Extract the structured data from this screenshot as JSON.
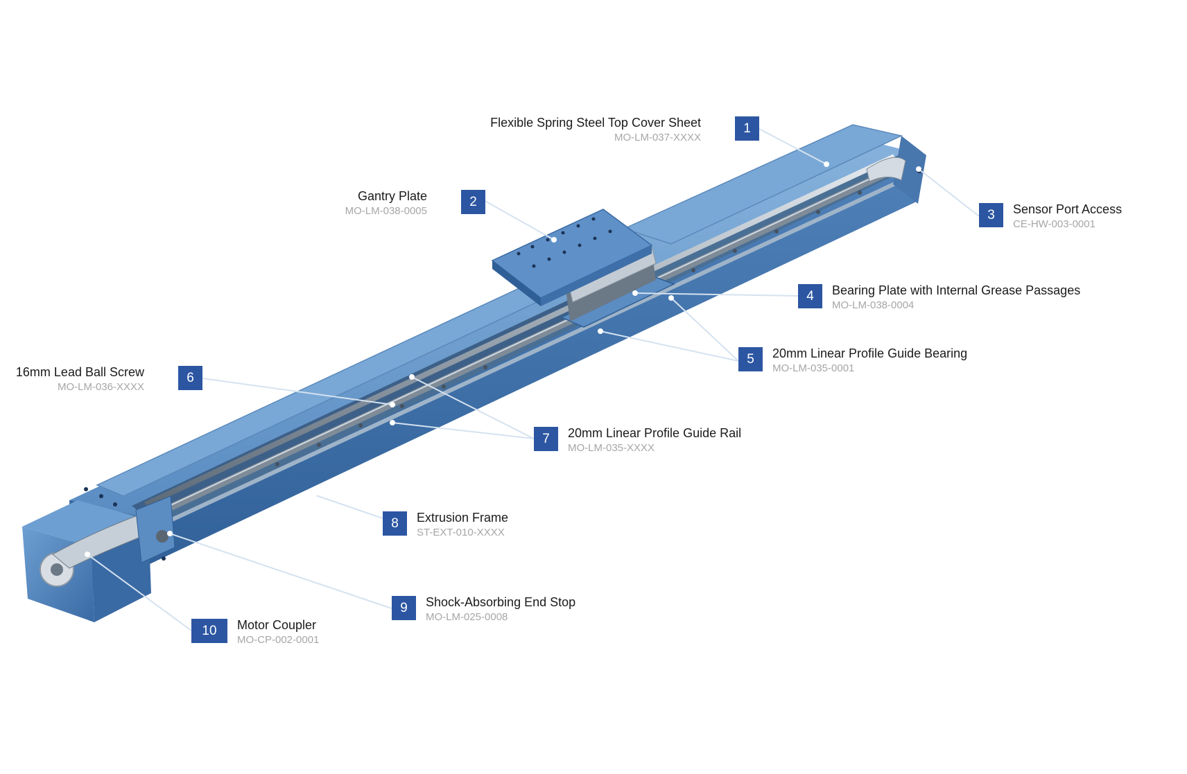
{
  "colors": {
    "badge": "#2c56a2",
    "frame": "#5b8ec4",
    "cover": "#6e9fd0",
    "rail": "#8c9bab",
    "leader": "#d5e2f0",
    "part_number": "#a6a6a6"
  },
  "callouts": [
    {
      "number": "1",
      "name": "Flexible Spring Steel Top Cover Sheet",
      "part": "MO-LM-037-XXXX"
    },
    {
      "number": "2",
      "name": "Gantry Plate",
      "part": "MO-LM-038-0005"
    },
    {
      "number": "3",
      "name": "Sensor Port Access",
      "part": "CE-HW-003-0001"
    },
    {
      "number": "4",
      "name": "Bearing Plate with Internal Grease Passages",
      "part": "MO-LM-038-0004"
    },
    {
      "number": "5",
      "name": "20mm Linear Profile Guide Bearing",
      "part": "MO-LM-035-0001"
    },
    {
      "number": "6",
      "name": "16mm Lead Ball Screw",
      "part": "MO-LM-036-XXXX"
    },
    {
      "number": "7",
      "name": "20mm Linear Profile Guide Rail",
      "part": "MO-LM-035-XXXX"
    },
    {
      "number": "8",
      "name": "Extrusion Frame",
      "part": "ST-EXT-010-XXXX"
    },
    {
      "number": "9",
      "name": "Shock-Absorbing End Stop",
      "part": "MO-LM-025-0008"
    },
    {
      "number": "10",
      "name": "Motor Coupler",
      "part": "MO-CP-002-0001"
    }
  ]
}
